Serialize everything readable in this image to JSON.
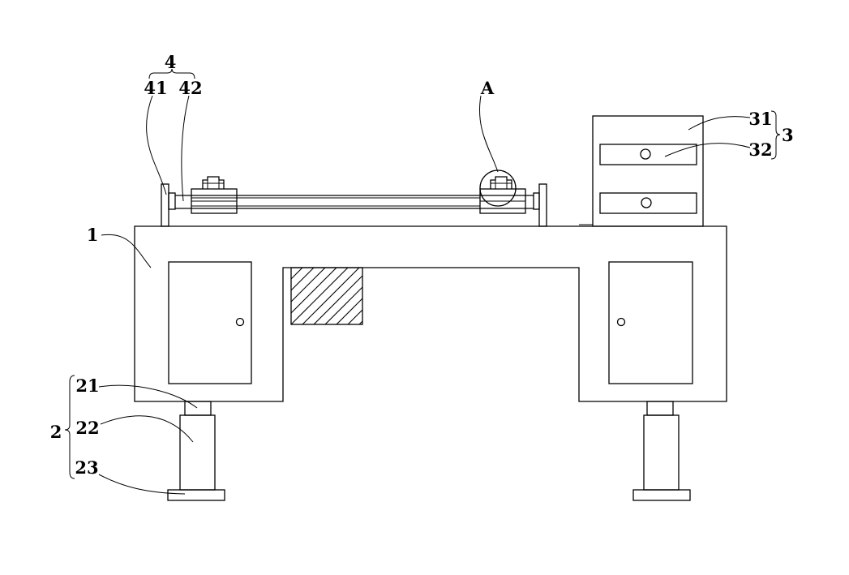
{
  "labels": {
    "group4": "4",
    "l41": "41",
    "l42": "42",
    "lA": "A",
    "l31": "31",
    "l32": "32",
    "group3": "3",
    "l1": "1",
    "l21": "21",
    "l22": "22",
    "group2": "2",
    "l23": "23"
  }
}
